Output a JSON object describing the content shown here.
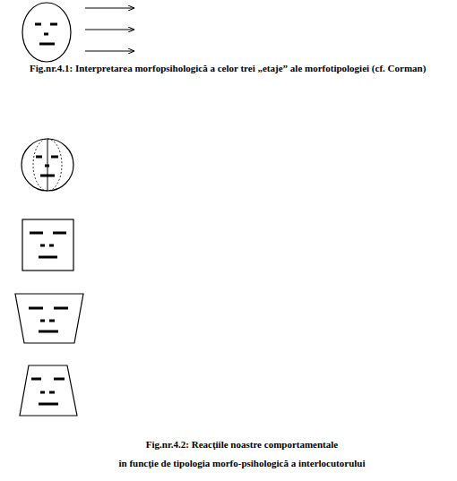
{
  "diagram": {
    "labels": [
      "Fig.nr.4.1: Interpretarea morfopsihologică a celor trei „etaje” ale morfotipologiei (cf. Corman)",
      "Fig.nr.4.2: Reacţiile noastre comportamentale",
      "în funcţie de tipologia morfo-psihologică a interlocutorului"
    ]
  }
}
